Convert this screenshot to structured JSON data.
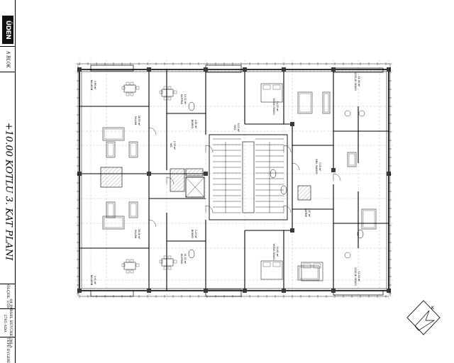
{
  "title_block": {
    "logo_text": "ÜDEN",
    "block_label": "A BLOK",
    "plan_title": "+10.00 KOTLU 3. KAT PLANI",
    "scale_line": "ÖLÇEK: 1/50",
    "parcel_line": "2765 ADA",
    "parcel_sub": "04 PARSEL BÜYÜKKUMLA",
    "project_name": "TEPE EVLERİ"
  },
  "room_labels": [
    "SALON",
    "MUTFAK",
    "YATAK ODASI",
    "BANYO",
    "WC",
    "HOL",
    "BALKON",
    "ÇOCUK ODASI",
    "EBV. BANYO",
    "ANTRE",
    "YATAK ODASI",
    "SALON",
    "MUTFAK",
    "BANYO",
    "BALKON",
    "ÇOCUK ODASI"
  ],
  "area_labels": [
    "28.95 m²",
    "10.21 m²",
    "14.22 m²",
    "4.81 m²",
    "2.30 m²",
    "6.15 m²",
    "4.86 m²",
    "11.90 m²",
    "3.20 m²",
    "5.87 m²",
    "14.61 m²",
    "28.46 m²",
    "11.02 m²",
    "5.23 m²",
    "4.41 m²",
    "12.03 m²"
  ],
  "north_arrow_label": "K",
  "colors": {
    "ink": "#000000",
    "wall_fill": "#3a3a3a",
    "hatch": "#777777",
    "grid": "#9a9a9a",
    "paper": "#ffffff"
  }
}
